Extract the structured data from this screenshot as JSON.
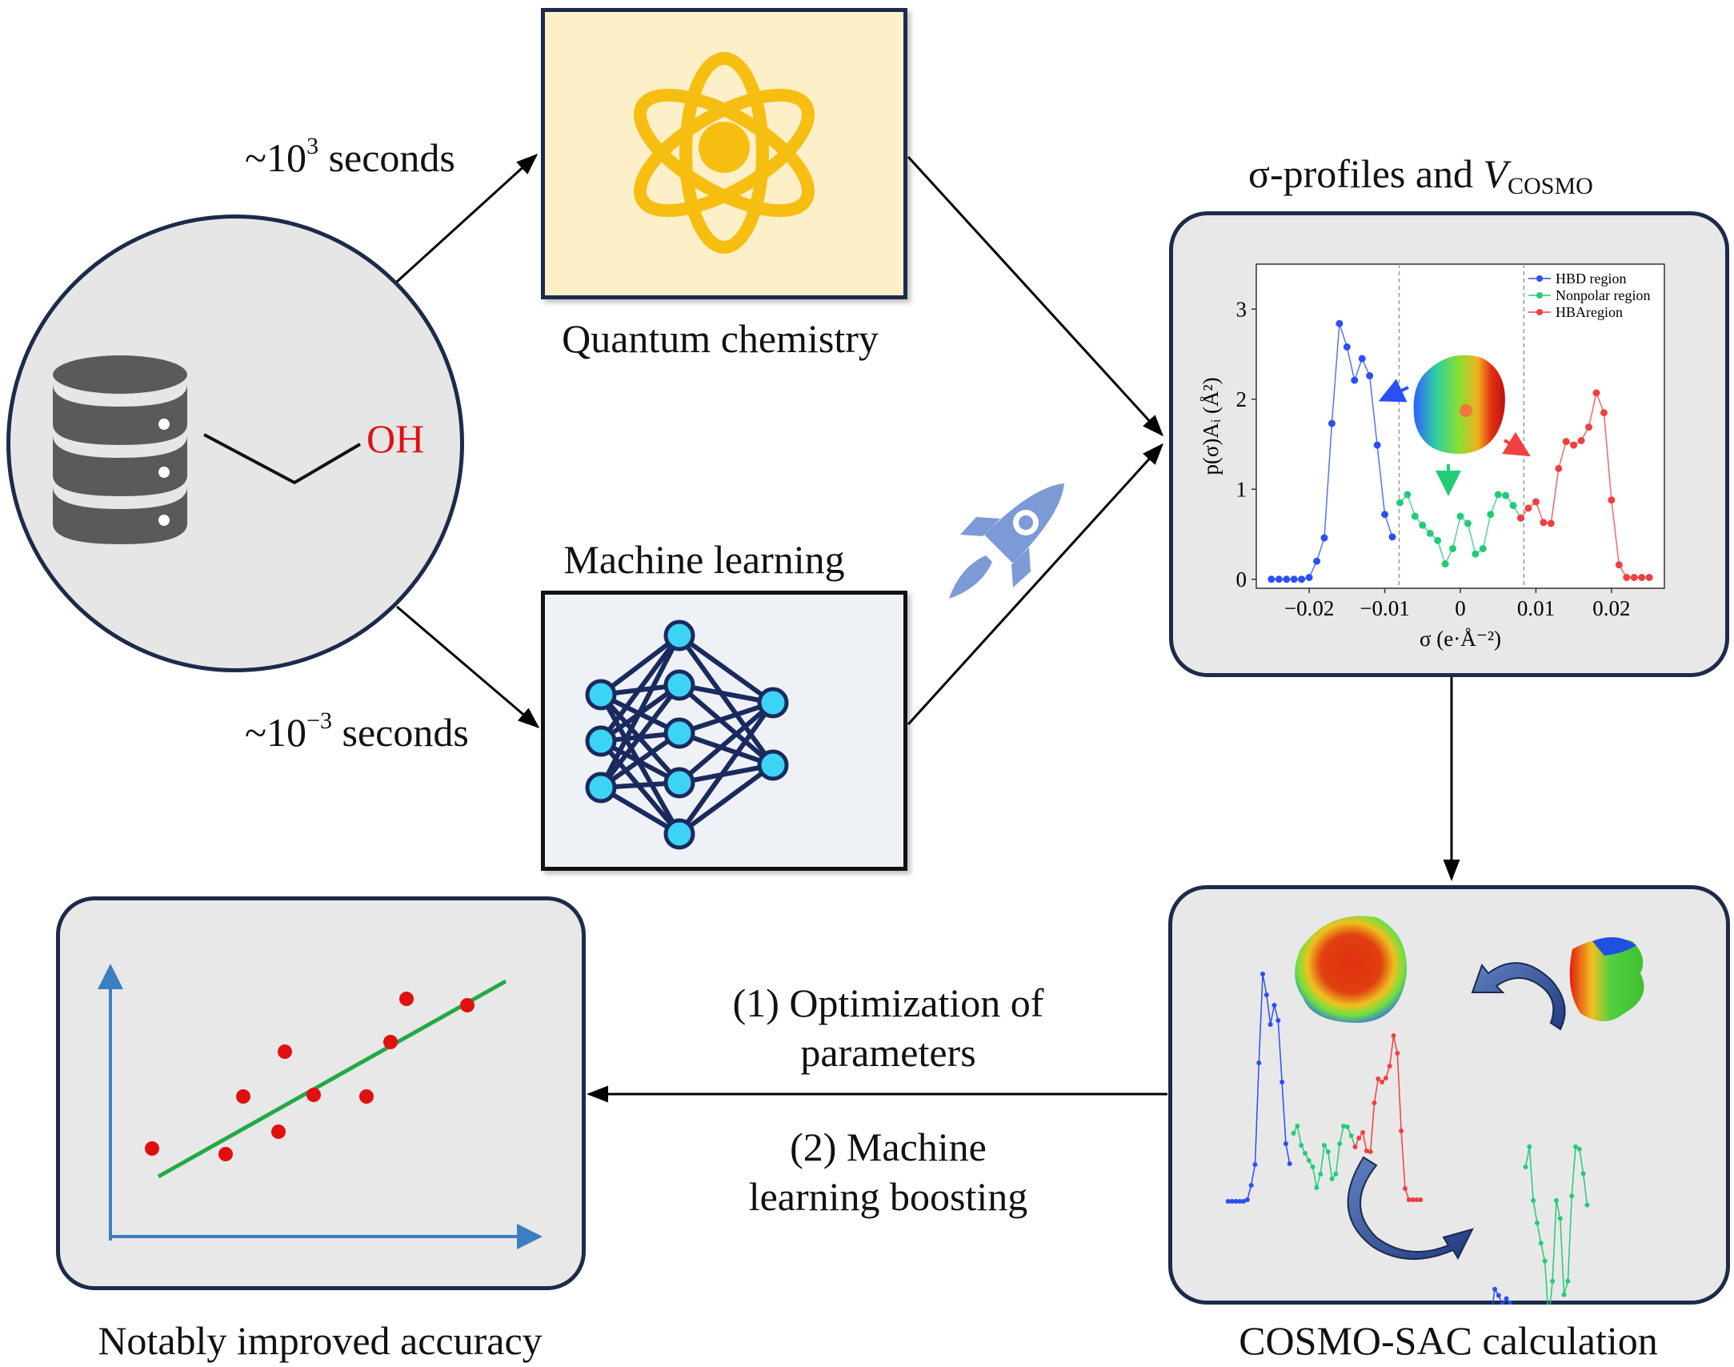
{
  "labels": {
    "qc_time_prefix": "~10",
    "qc_time_exp": "3",
    "qc_time_suffix": " seconds",
    "ml_time_prefix": "~10",
    "ml_time_exp": "−3",
    "ml_time_suffix": " seconds",
    "quantum_chemistry": "Quantum chemistry",
    "machine_learning": "Machine learning",
    "sigma_title_prefix": "σ-profiles and ",
    "sigma_title_v": "V",
    "sigma_title_sub": "COSMO",
    "oh_label": "OH",
    "cosmo_sac": "COSMO-SAC calculation",
    "improved_accuracy": "Notably improved accuracy",
    "step1_line1": "(1) Optimization of",
    "step1_line2": "parameters",
    "step2_line1": "(2) Machine",
    "step2_line2": "learning boosting"
  },
  "colors": {
    "qc_box_fill": "#fdf0c8",
    "atom_color": "#f7be12",
    "nn_node": "#3dd3f5",
    "nn_edge": "#1a2a5e",
    "hbd": "#2a4ff5",
    "nonpolar": "#22cc77",
    "hba": "#f04040",
    "scatter_point": "#e01010",
    "fit_line": "#22aa44",
    "axis": "#3c7fc0",
    "rocket": "#7c9ad6",
    "cycle_arrow": "#3a5aa0"
  },
  "chart_data": {
    "type": "line",
    "xlabel": "σ (e·Å⁻²)",
    "ylabel": "p(σ)Aᵢ (Å²)",
    "xlim": [
      -0.027,
      0.027
    ],
    "ylim": [
      -0.1,
      3.5
    ],
    "xticks": [
      -0.02,
      -0.01,
      0,
      0.01,
      0.02
    ],
    "xtick_labels": [
      "−0.02",
      "−0.01",
      "0",
      "0.01",
      "0.02"
    ],
    "yticks": [
      0,
      1,
      2,
      3
    ],
    "ytick_labels": [
      "0",
      "1",
      "2",
      "3"
    ],
    "region_dividers": [
      -0.0081,
      0.0084
    ],
    "legend_position": "top-right",
    "series": [
      {
        "name": "HBD region",
        "x": [
          -0.025,
          -0.024,
          -0.023,
          -0.022,
          -0.021,
          -0.02,
          -0.019,
          -0.018,
          -0.017,
          -0.016,
          -0.015,
          -0.014,
          -0.013,
          -0.012,
          -0.011,
          -0.01,
          -0.009
        ],
        "y": [
          0.0,
          0.0,
          0.0,
          0.0,
          0.0,
          0.02,
          0.2,
          0.46,
          1.73,
          2.84,
          2.58,
          2.21,
          2.45,
          2.26,
          1.49,
          0.72,
          0.47
        ]
      },
      {
        "name": "Nonpolar region",
        "x": [
          -0.008,
          -0.007,
          -0.006,
          -0.005,
          -0.004,
          -0.003,
          -0.002,
          -0.001,
          0.0,
          0.001,
          0.002,
          0.003,
          0.004,
          0.005,
          0.006,
          0.007,
          0.008
        ],
        "y": [
          0.85,
          0.94,
          0.7,
          0.6,
          0.51,
          0.43,
          0.17,
          0.34,
          0.7,
          0.62,
          0.28,
          0.34,
          0.72,
          0.94,
          0.93,
          0.82,
          0.68
        ]
      },
      {
        "name": "HBAregion",
        "x": [
          0.008,
          0.009,
          0.01,
          0.011,
          0.012,
          0.013,
          0.014,
          0.015,
          0.016,
          0.017,
          0.018,
          0.019,
          0.02,
          0.021,
          0.022,
          0.023,
          0.024,
          0.025
        ],
        "y": [
          0.68,
          0.79,
          0.86,
          0.63,
          0.62,
          1.23,
          1.53,
          1.49,
          1.54,
          1.69,
          2.07,
          1.85,
          0.88,
          0.16,
          0.02,
          0.02,
          0.02,
          0.02
        ]
      }
    ]
  }
}
